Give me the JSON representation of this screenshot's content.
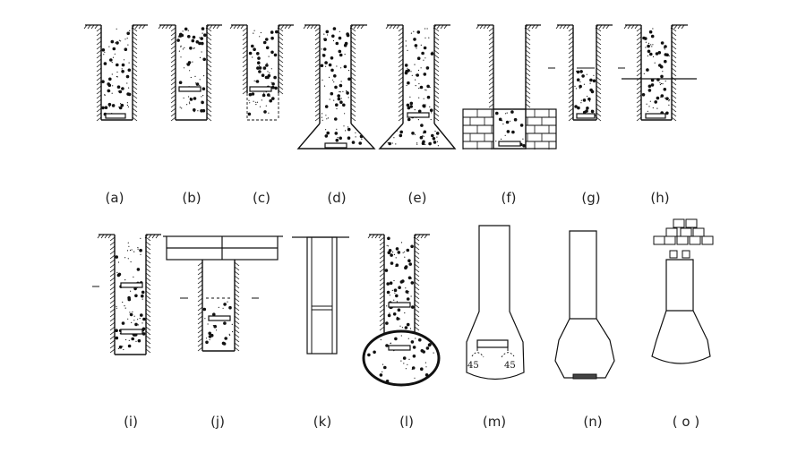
{
  "diagram": {
    "top_row_labels": [
      "(a)",
      "(b)",
      "(c)",
      "(d)",
      "(e)",
      "(f)",
      "(g)",
      "(h)"
    ],
    "bottom_row_labels": [
      "(i)",
      "(j)",
      "(k)",
      "(l)",
      "(m)",
      "(n)",
      "( o )"
    ],
    "angle_marks": [
      "45",
      "45"
    ],
    "colors": {
      "line": "#111111",
      "fill": "#ffffff",
      "dot": "#111111"
    }
  }
}
